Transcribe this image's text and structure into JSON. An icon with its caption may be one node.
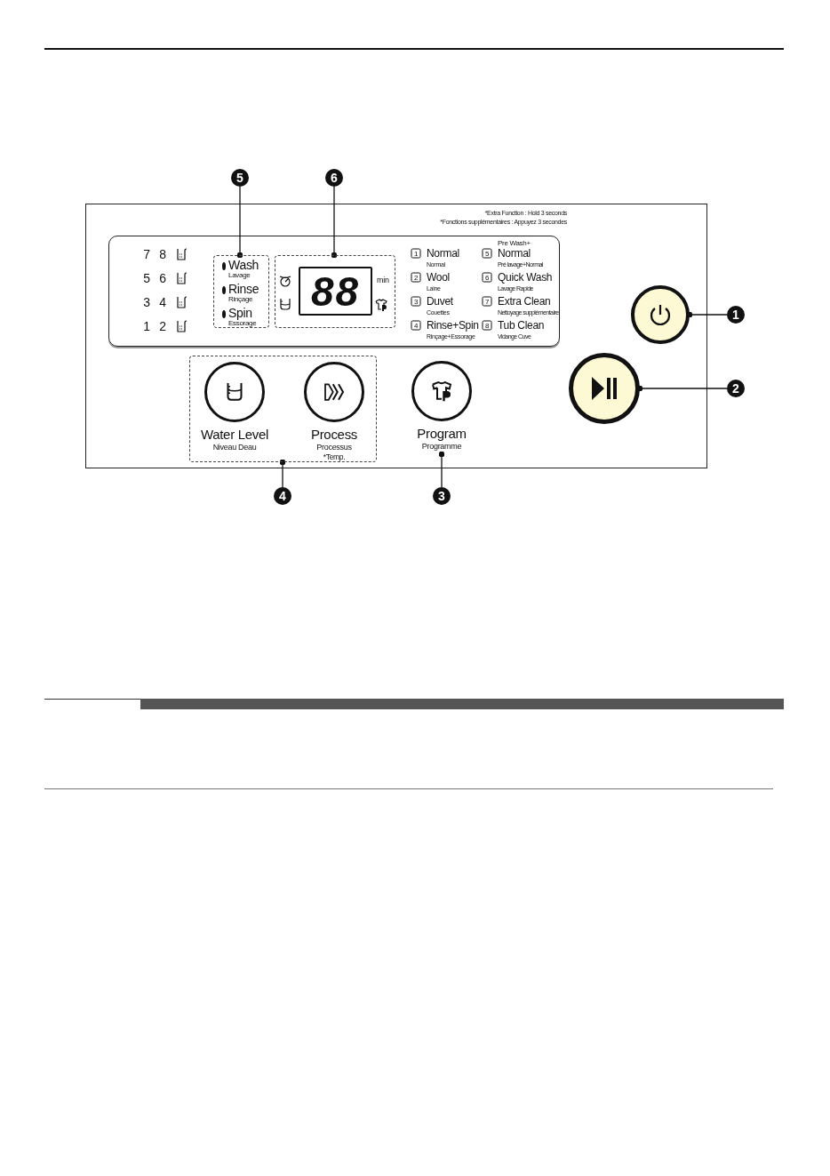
{
  "diagram": {
    "nodes": [
      {
        "text": [
          "5"
        ]
      },
      {
        "text": [
          "6"
        ]
      },
      {
        "text": [
          "1"
        ]
      },
      {
        "text": [
          "2"
        ]
      },
      {
        "text": [
          "4"
        ]
      },
      {
        "text": [
          "3"
        ]
      },
      {
        "text": [
          "Wash",
          "Lavage",
          "Rinse",
          "Rinçage",
          "Spin",
          "Essorage"
        ]
      },
      {
        "text": [
          "88",
          "min"
        ]
      },
      {
        "text": [],
        "shape": "circle"
      },
      {
        "text": [],
        "shape": "circle"
      },
      {
        "text": [],
        "shape": "box"
      },
      {
        "text": [
          "Water Level",
          "Niveau Deau"
        ],
        "in": 10
      },
      {
        "text": [
          "Process",
          "Processus",
          "*Temp."
        ],
        "in": 10
      },
      {
        "text": [
          "Program",
          "Programme"
        ]
      }
    ],
    "edges": [
      {
        "from": 0,
        "to": 6,
        "arrow": "other"
      },
      {
        "from": 1,
        "to": 7,
        "arrow": "other"
      },
      {
        "from": 2,
        "to": 8,
        "arrow": "other"
      },
      {
        "from": 3,
        "to": 9,
        "arrow": "other"
      },
      {
        "from": 4,
        "to": 10,
        "arrow": "other"
      },
      {
        "from": 5,
        "to": 13,
        "arrow": "other"
      }
    ],
    "labels": [
      "*Extra Function : Hold 3 seconds",
      "*Fonctions supplémentaires : Appuyez 3 secondes",
      "7",
      "8",
      "5",
      "6",
      "3",
      "4",
      "1",
      "2",
      "1",
      "Normal",
      "Normal",
      "5",
      "Pre Wash+",
      "Normal",
      "Pré lavage+Normal",
      "2",
      "Wool",
      "Laine",
      "6",
      "Quick Wash",
      "Lavage Rapide",
      "3",
      "Duvet",
      "Couettes",
      "7",
      "Extra Clean",
      "Nettoyage supplémentaire",
      "4",
      "Rinse+Spin",
      "Rinçage+Essorage",
      "8",
      "Tub Clean",
      "Vidange Cuve"
    ]
  }
}
